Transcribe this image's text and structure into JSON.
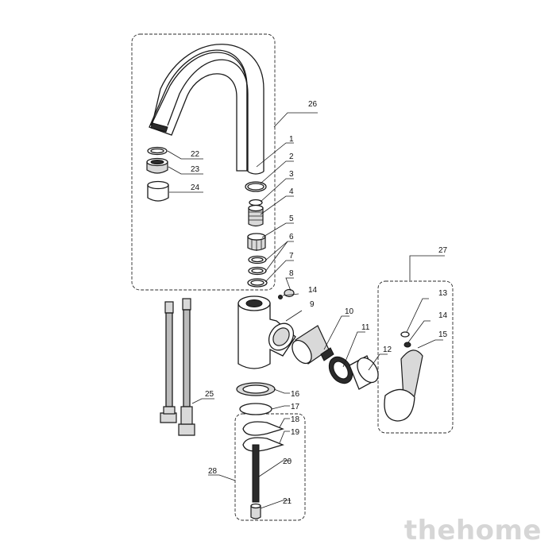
{
  "diagram": {
    "part_numbers": [
      "1",
      "2",
      "3",
      "4",
      "5",
      "6",
      "7",
      "8",
      "9",
      "10",
      "11",
      "12",
      "13",
      "14",
      "14",
      "15",
      "16",
      "17",
      "18",
      "19",
      "20",
      "21",
      "22",
      "23",
      "24",
      "25",
      "26",
      "27",
      "28"
    ]
  },
  "watermark": {
    "text": "thehome"
  },
  "colors": {
    "line": "#1a1a1a",
    "watermark": "#d6d6d6",
    "background": "#ffffff"
  }
}
